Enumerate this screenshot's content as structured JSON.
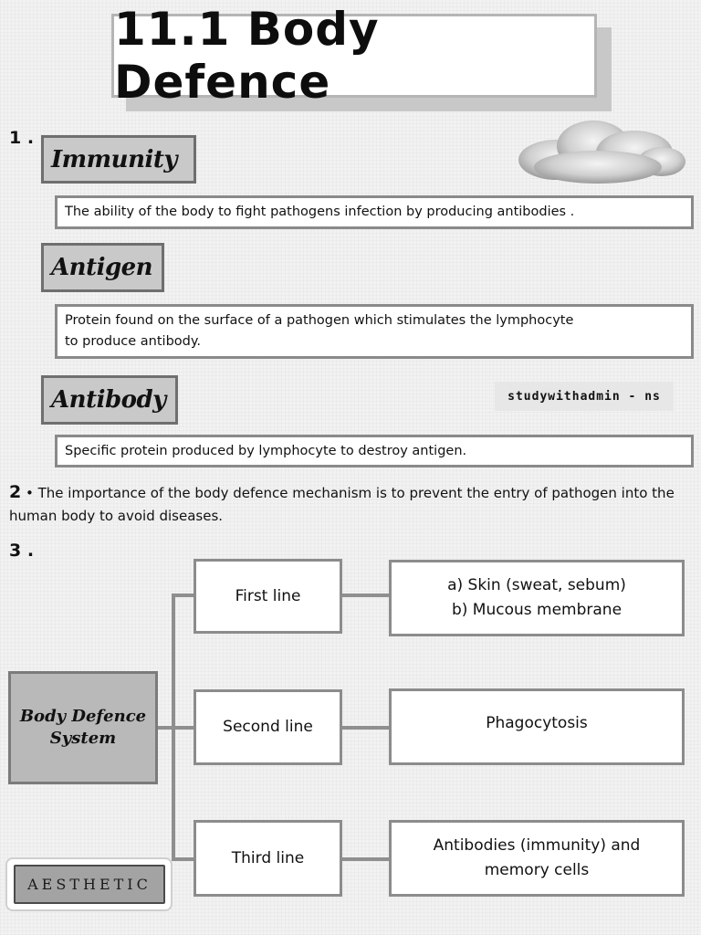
{
  "title": "11.1 Body Defence",
  "sections": {
    "n1": "1 .",
    "n2": "2",
    "n3": "3 ."
  },
  "terms": [
    {
      "heading": "Immunity",
      "definition": "The ability of the body to fight pathogens infection by producing antibodies ."
    },
    {
      "heading": "Antigen",
      "definition_line1": "Protein found on the surface of a pathogen which stimulates the lymphocyte",
      "definition_line2": "to produce antibody."
    },
    {
      "heading": "Antibody",
      "definition": "Specific protein produced by lymphocyte to destroy antigen."
    }
  ],
  "watermark": "studywithadmin - ns",
  "point2": "• The importance of the body defence mechanism is to prevent the entry of pathogen into the human body to avoid diseases.",
  "diagram": {
    "root_line1": "Body Defence",
    "root_line2": "System",
    "lines": [
      {
        "label": "First line",
        "detail_line1": "a)  Skin (sweat, sebum)",
        "detail_line2": "b)  Mucous membrane"
      },
      {
        "label": "Second line",
        "detail_line1": "Phagocytosis"
      },
      {
        "label": "Third line",
        "detail_line1": "Antibodies (immunity) and",
        "detail_line2": "memory cells"
      }
    ]
  },
  "badge": "AESTHETIC",
  "colors": {
    "background": "#f2f2f2",
    "box_border": "#8c8c8c",
    "term_fill": "#c9c9c9",
    "root_fill": "#b9b9b9"
  },
  "icons": {
    "cloud": "cloud-icon"
  }
}
